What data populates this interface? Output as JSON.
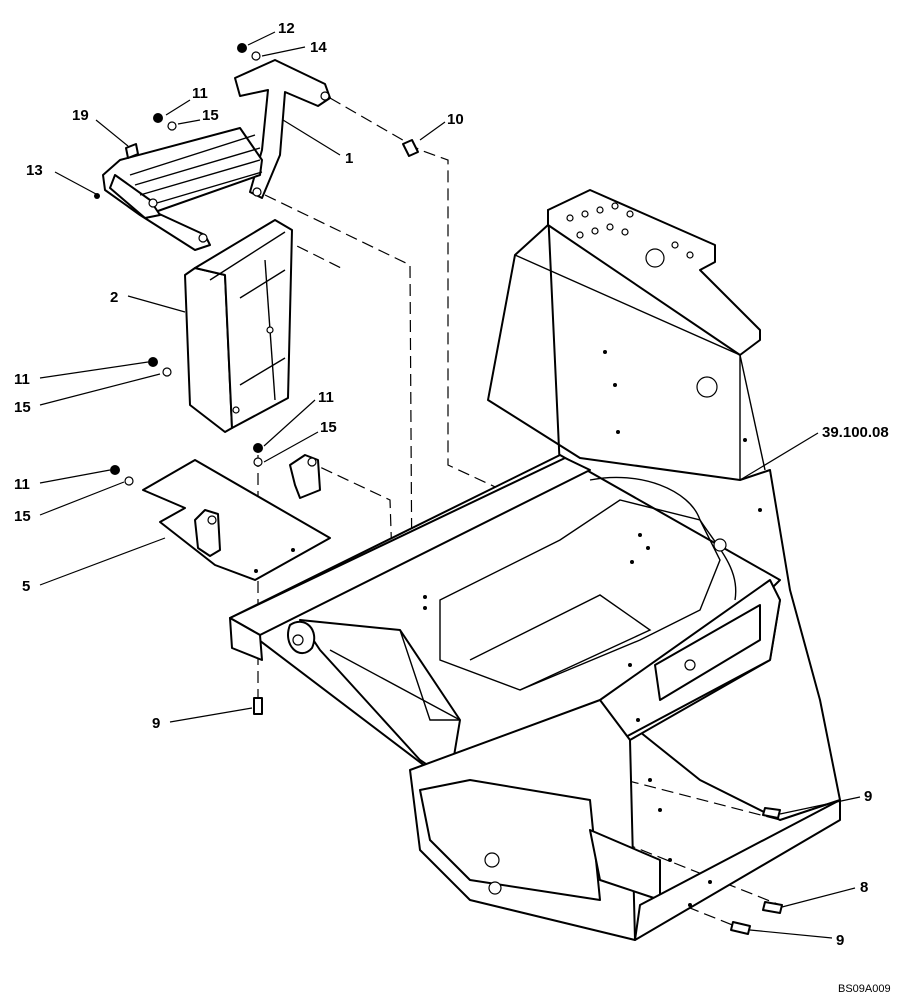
{
  "callouts": [
    {
      "id": "c12",
      "text": "12"
    },
    {
      "id": "c14",
      "text": "14"
    },
    {
      "id": "c11a",
      "text": "11"
    },
    {
      "id": "c19",
      "text": "19"
    },
    {
      "id": "c15a",
      "text": "15"
    },
    {
      "id": "c10",
      "text": "10"
    },
    {
      "id": "c1",
      "text": "1"
    },
    {
      "id": "c13",
      "text": "13"
    },
    {
      "id": "c2",
      "text": "2"
    },
    {
      "id": "c11b",
      "text": "11"
    },
    {
      "id": "c15b",
      "text": "15"
    },
    {
      "id": "c11c",
      "text": "11"
    },
    {
      "id": "c15c",
      "text": "15"
    },
    {
      "id": "c39",
      "text": "39.100.08"
    },
    {
      "id": "c11d",
      "text": "11"
    },
    {
      "id": "c15d",
      "text": "15"
    },
    {
      "id": "c5",
      "text": "5"
    },
    {
      "id": "c9a",
      "text": "9"
    },
    {
      "id": "c9b",
      "text": "9"
    },
    {
      "id": "c8",
      "text": "8"
    },
    {
      "id": "c9c",
      "text": "9"
    }
  ],
  "drawing_code": "BS09A009"
}
